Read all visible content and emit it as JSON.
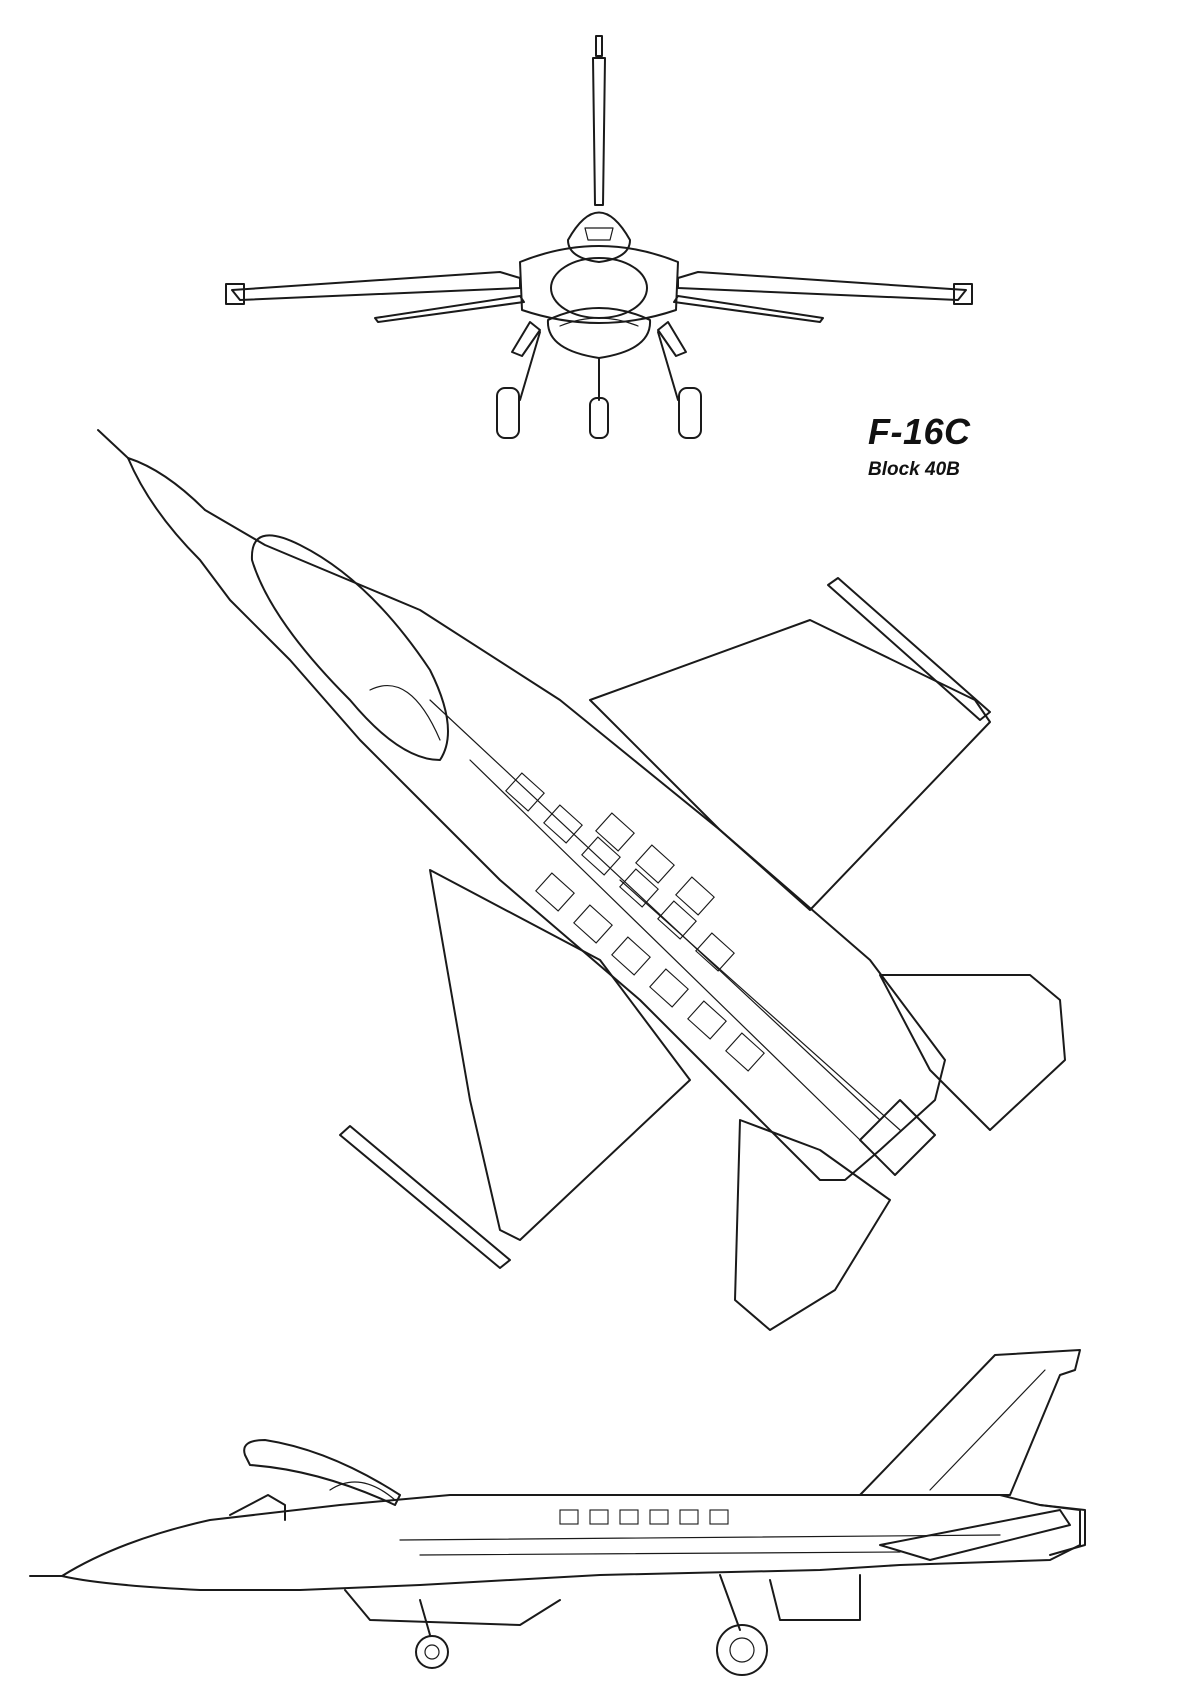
{
  "title_block": {
    "model": "F-16C",
    "variant": "Block 40B"
  },
  "views": [
    "front-view",
    "top-view",
    "side-view"
  ],
  "colors": {
    "ink": "#1a1a1a",
    "paper": "#ffffff"
  }
}
